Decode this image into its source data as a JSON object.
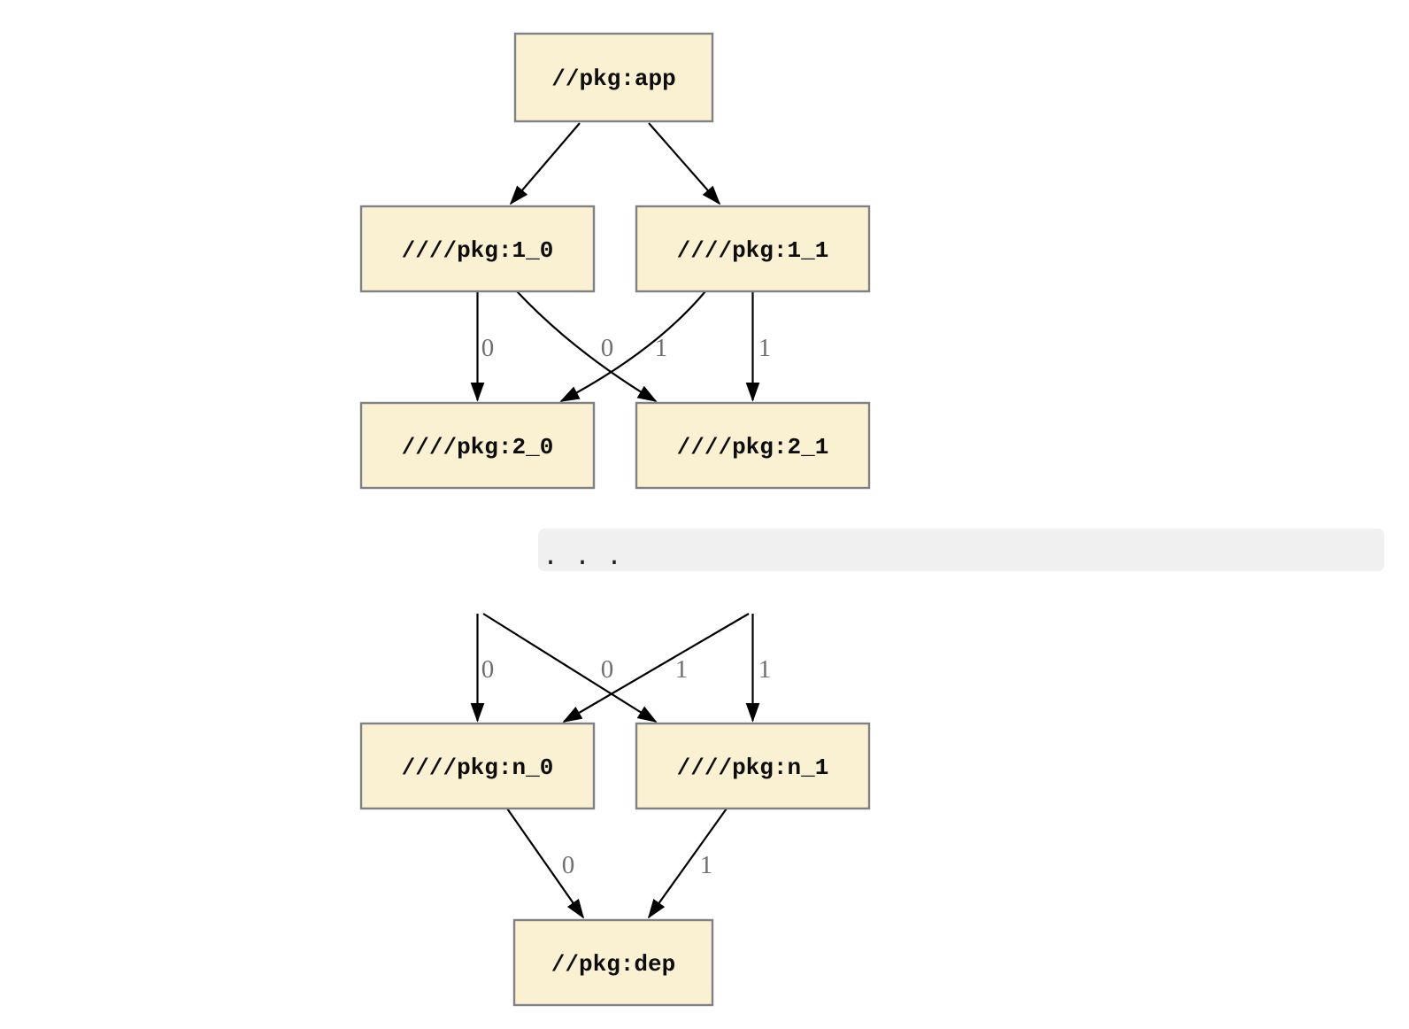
{
  "diagram": {
    "type": "dependency-graph",
    "ellipsis": ". . .",
    "colors": {
      "background": "#ffffff",
      "node_fill": "#faf0d2",
      "node_border": "#7f8284",
      "node_text": "#0d0d0d",
      "edge": "#000000",
      "edge_label": "#6f6f6f",
      "ellipsis_bar_bg": "#f0f0f0",
      "ellipsis_text": "#1f1f1f"
    },
    "nodes": [
      {
        "id": "app",
        "label": "//pkg:app"
      },
      {
        "id": "1_0",
        "label": "////pkg:1_0"
      },
      {
        "id": "1_1",
        "label": "////pkg:1_1"
      },
      {
        "id": "2_0",
        "label": "////pkg:2_0"
      },
      {
        "id": "2_1",
        "label": "////pkg:2_1"
      },
      {
        "id": "n_0",
        "label": "////pkg:n_0"
      },
      {
        "id": "n_1",
        "label": "////pkg:n_1"
      },
      {
        "id": "dep",
        "label": "//pkg:dep"
      }
    ],
    "edges": [
      {
        "from": "//pkg:app",
        "to": "////pkg:1_0",
        "label": ""
      },
      {
        "from": "//pkg:app",
        "to": "////pkg:1_1",
        "label": ""
      },
      {
        "from": "////pkg:1_0",
        "to": "////pkg:2_0",
        "label": "0"
      },
      {
        "from": "////pkg:1_0",
        "to": "////pkg:2_1",
        "label": "1"
      },
      {
        "from": "////pkg:1_1",
        "to": "////pkg:2_0",
        "label": "0"
      },
      {
        "from": "////pkg:1_1",
        "to": "////pkg:2_1",
        "label": "1"
      },
      {
        "from": "…",
        "to": "////pkg:n_0",
        "label": "0"
      },
      {
        "from": "…",
        "to": "////pkg:n_1",
        "label": "1"
      },
      {
        "from": "…",
        "to": "////pkg:n_0",
        "label": "0"
      },
      {
        "from": "…",
        "to": "////pkg:n_1",
        "label": "1"
      },
      {
        "from": "////pkg:n_0",
        "to": "//pkg:dep",
        "label": "0"
      },
      {
        "from": "////pkg:n_1",
        "to": "//pkg:dep",
        "label": "1"
      }
    ]
  }
}
